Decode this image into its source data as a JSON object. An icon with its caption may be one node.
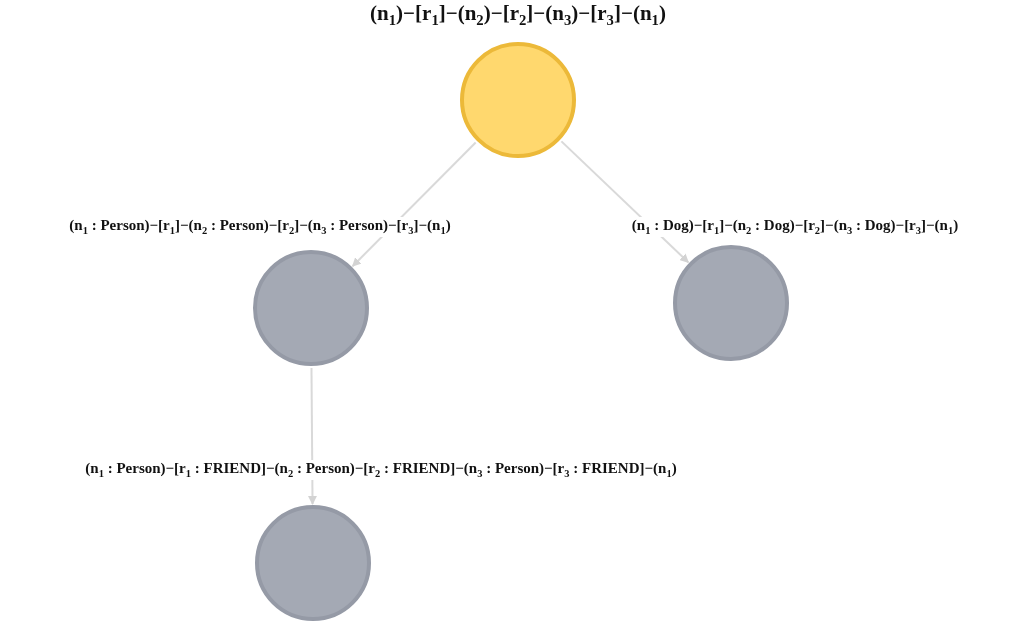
{
  "diagram": {
    "nodes": [
      {
        "text": [
          "(n$_{1}$)−[r$_{1}$]−(n$_{2}$)−[r$_{2}$]−(n$_{3}$)−[r$_{3}$]−(n$_{1}$)"
        ]
      },
      {
        "text": [
          "(n$_{1}$ : Person)−[r$_{1}$]−(n$_{2}$ : Person)−[r$_{2}$]−(n$_{3}$ : Person)−[r$_{3}$]−(n$_{1}$)"
        ]
      },
      {
        "text": [
          "(n$_{1}$ : Dog)−[r$_{1}$]−(n$_{2}$ : Dog)−[r$_{2}$]−(n$_{3}$ : Dog)−[r$_{3}$]−(n$_{1}$)"
        ]
      },
      {
        "text": [
          "(n$_{1}$ : Person)−[r$_{1}$ : FRIEND]−(n$_{2}$ : Person)−[r$_{2}$ : FRIEND]−(n$_{3}$ : Person)−[r$_{3}$ : FRIEND]−(n$_{1}$)"
        ]
      }
    ],
    "edges": [
      {
        "from": 0,
        "to": 1,
        "arrow": "to"
      },
      {
        "from": 0,
        "to": 2,
        "arrow": "to"
      },
      {
        "from": 1,
        "to": 3,
        "arrow": "to"
      }
    ]
  }
}
